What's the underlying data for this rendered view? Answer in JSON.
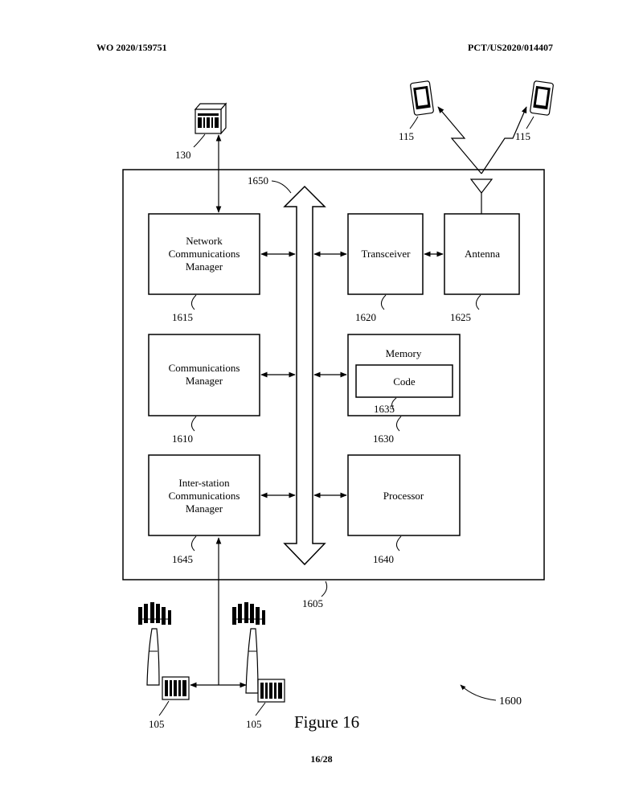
{
  "header": {
    "publication_number": "WO 2020/159751",
    "application_number": "PCT/US2020/014407"
  },
  "page_number": "16/28",
  "figure_caption": "Figure 16",
  "device": {
    "ref": "1605",
    "figure_ref": "1600"
  },
  "bus": {
    "ref": "1650"
  },
  "blocks": {
    "network_communications_manager": {
      "lines": [
        "Network",
        "Communications",
        "Manager"
      ],
      "ref": "1615"
    },
    "transceiver": {
      "label": "Transceiver",
      "ref": "1620"
    },
    "antenna": {
      "label": "Antenna",
      "ref": "1625"
    },
    "communications_manager": {
      "lines": [
        "Communications",
        "Manager"
      ],
      "ref": "1610"
    },
    "memory": {
      "label": "Memory",
      "ref": "1630"
    },
    "code": {
      "label": "Code",
      "ref": "1635"
    },
    "inter_station_communications_manager": {
      "lines": [
        "Inter-station",
        "Communications",
        "Manager"
      ],
      "ref": "1645"
    },
    "processor": {
      "label": "Processor",
      "ref": "1640"
    }
  },
  "external": {
    "core_network": {
      "ref": "130"
    },
    "ue_left": {
      "ref": "115"
    },
    "ue_right": {
      "ref": "115"
    },
    "base_station_left": {
      "ref": "105"
    },
    "base_station_right": {
      "ref": "105"
    }
  }
}
